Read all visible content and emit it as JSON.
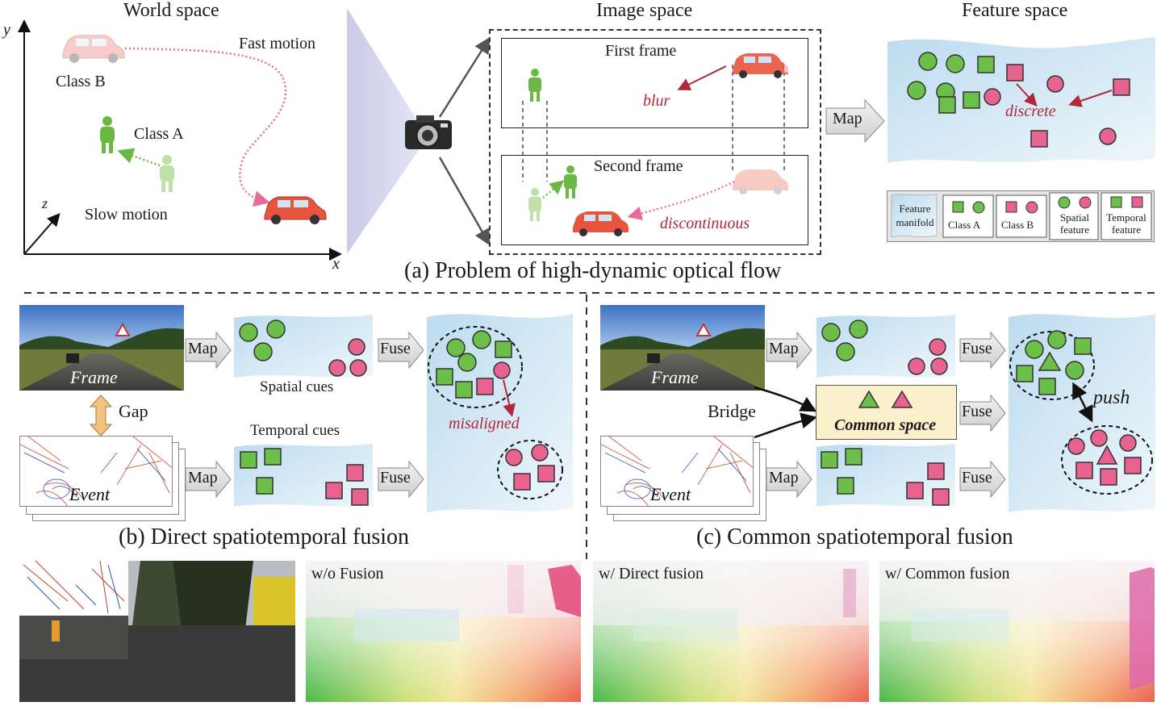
{
  "panel_a": {
    "world": {
      "title": "World space",
      "axis_y": "y",
      "axis_x": "x",
      "axis_z": "z",
      "class_b": "Class B",
      "class_a": "Class A",
      "fast_motion": "Fast motion",
      "slow_motion": "Slow motion"
    },
    "image": {
      "title": "Image space",
      "first_frame": "First frame",
      "second_frame": "Second frame",
      "blur": "blur",
      "discontinuous": "discontinuous"
    },
    "feature": {
      "title": "Feature space",
      "map_label": "Map",
      "discrete": "discrete"
    },
    "legend": {
      "manifold": "Feature manifold",
      "class_a": "Class A",
      "class_b": "Class B",
      "spatial": "Spatial feature",
      "temporal": "Temporal feature"
    },
    "caption": "(a) Problem of high-dynamic optical flow"
  },
  "panel_b": {
    "frame_label": "Frame",
    "event_label": "Event",
    "gap": "Gap",
    "map1": "Map",
    "map2": "Map",
    "fuse1": "Fuse",
    "fuse2": "Fuse",
    "spatial_cues": "Spatial cues",
    "temporal_cues": "Temporal cues",
    "misaligned": "misaligned",
    "caption": "(b) Direct spatiotemporal fusion"
  },
  "panel_c": {
    "frame_label": "Frame",
    "event_label": "Event",
    "bridge": "Bridge",
    "map1": "Map",
    "map2": "Map",
    "fuse1": "Fuse",
    "fuse2": "Fuse",
    "fuse3": "Fuse",
    "common_space": "Common space",
    "push": "push",
    "caption": "(c) Common spatiotemporal fusion"
  },
  "results": {
    "labels": [
      "w/o Fusion",
      "w/ Direct fusion",
      "w/ Common fusion"
    ]
  },
  "colors": {
    "green": "#6cc04a",
    "pink": "#e8638f",
    "red_text": "#b0283a",
    "manifold_blue": "#cfe6f3",
    "common_space_fill": "#fbf0cc"
  }
}
